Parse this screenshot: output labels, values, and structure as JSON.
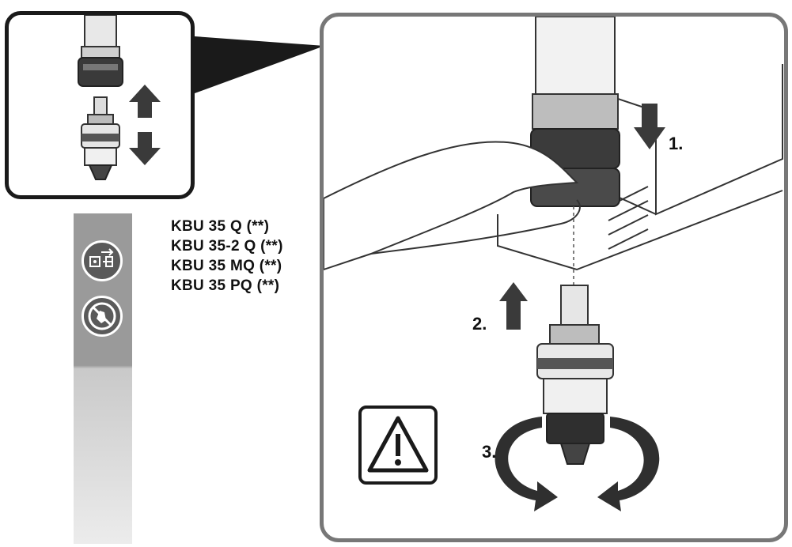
{
  "models": {
    "items": [
      "KBU 35 Q (**)",
      "KBU 35-2 Q (**)",
      "KBU 35 MQ (**)",
      "KBU 35 PQ (**)"
    ]
  },
  "steps": {
    "step1": "1.",
    "step2": "2.",
    "step3": "3."
  },
  "icons": {
    "sidebar_top": "unplug-before-work-icon",
    "sidebar_bottom": "no-gloves-icon",
    "warning": "warning-triangle-icon"
  },
  "colors": {
    "frame_main": "#777777",
    "frame_inset": "#1a1a1a",
    "sidebar": "#9a9a9a"
  }
}
